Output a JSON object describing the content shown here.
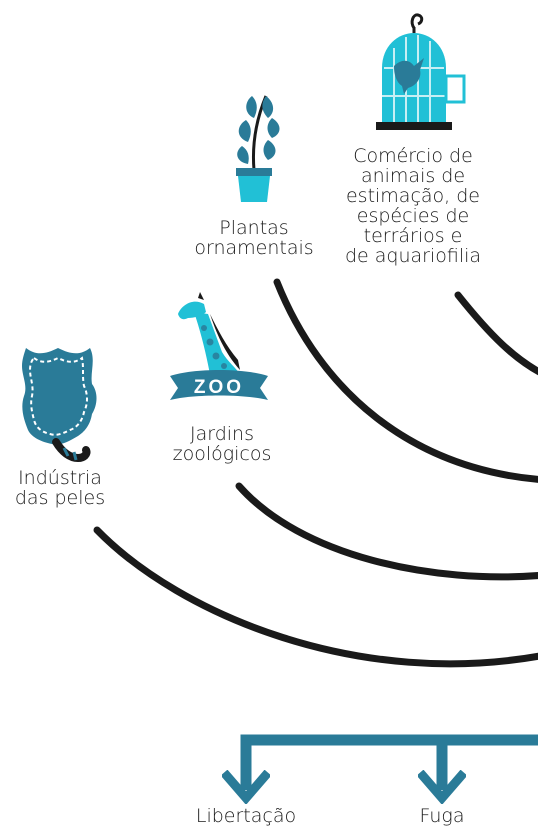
{
  "colors": {
    "accent": "#2a7b98",
    "bright": "#21c0d6",
    "dark": "#1a1a1a",
    "background": "#ffffff"
  },
  "sources": {
    "pet_trade": {
      "icon": "bird-cage-icon",
      "label_lines": [
        "Comércio de",
        "animais de",
        "estimação, de",
        "espécies de",
        "terrários e",
        "de aquariofilia"
      ]
    },
    "ornamental_plants": {
      "icon": "potted-plant-icon",
      "label_lines": [
        "Plantas",
        "ornamentais"
      ]
    },
    "zoos": {
      "icon": "giraffe-icon",
      "badge_text": "ZOO",
      "label_lines": [
        "Jardins",
        "zoológicos"
      ]
    },
    "fur_industry": {
      "icon": "animal-pelt-icon",
      "label_lines": [
        "Indústria",
        "das peles"
      ]
    }
  },
  "outcomes": [
    {
      "label": "Libertação",
      "icon": "arrow-down-icon"
    },
    {
      "label": "Fuga",
      "icon": "arrow-down-icon"
    }
  ]
}
